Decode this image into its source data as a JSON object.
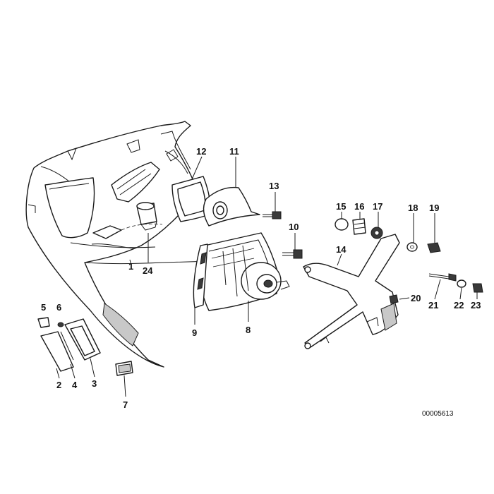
{
  "diagram": {
    "reference_number": "00005613",
    "callouts": [
      {
        "id": "1",
        "label": "1"
      },
      {
        "id": "2",
        "label": "2"
      },
      {
        "id": "3",
        "label": "3"
      },
      {
        "id": "4",
        "label": "4"
      },
      {
        "id": "5",
        "label": "5"
      },
      {
        "id": "6",
        "label": "6"
      },
      {
        "id": "7",
        "label": "7"
      },
      {
        "id": "8",
        "label": "8"
      },
      {
        "id": "9",
        "label": "9"
      },
      {
        "id": "10",
        "label": "10"
      },
      {
        "id": "11",
        "label": "11"
      },
      {
        "id": "12",
        "label": "12"
      },
      {
        "id": "13",
        "label": "13"
      },
      {
        "id": "14",
        "label": "14"
      },
      {
        "id": "15",
        "label": "15"
      },
      {
        "id": "16",
        "label": "16"
      },
      {
        "id": "17",
        "label": "17"
      },
      {
        "id": "18",
        "label": "18"
      },
      {
        "id": "19",
        "label": "19"
      },
      {
        "id": "20",
        "label": "20"
      },
      {
        "id": "21",
        "label": "21"
      },
      {
        "id": "22",
        "label": "22"
      },
      {
        "id": "23",
        "label": "23"
      },
      {
        "id": "24",
        "label": "24"
      }
    ]
  }
}
